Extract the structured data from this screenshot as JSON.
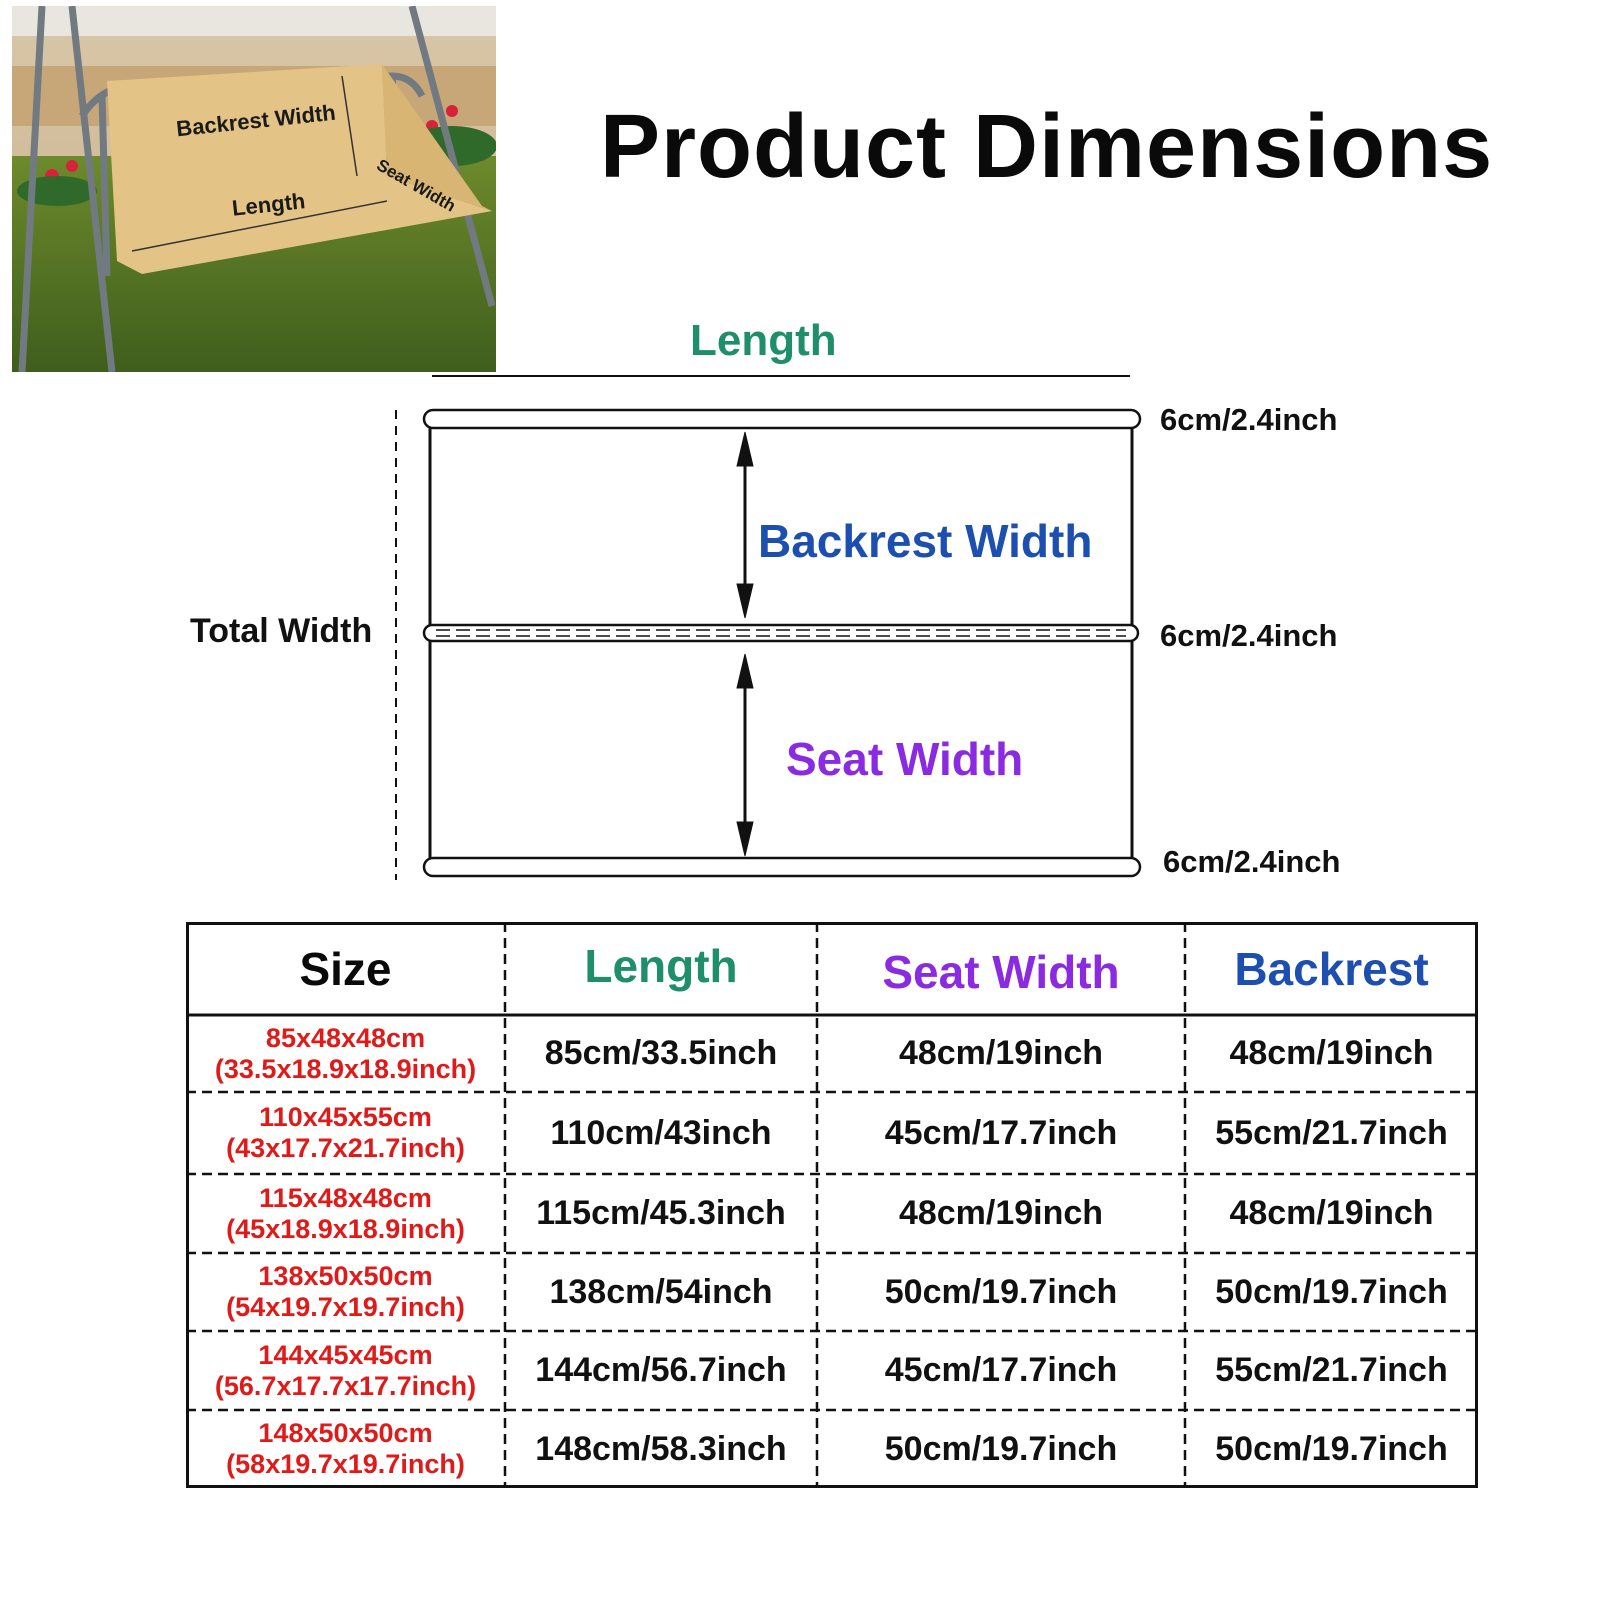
{
  "photo": {
    "labels": {
      "backrest_width": "Backrest Width",
      "length": "Length",
      "seat_width": "Seat Width"
    }
  },
  "title": "Product Dimensions",
  "diagram": {
    "length_label": "Length",
    "backrest_label": "Backrest Width",
    "seat_label": "Seat Width",
    "total_width_label": "Total Width",
    "tube_dims": [
      "6cm/2.4inch",
      "6cm/2.4inch",
      "6cm/2.4inch"
    ],
    "colors": {
      "length": "#1f8f6b",
      "backrest": "#1d4fb0",
      "seat": "#8a2be2"
    }
  },
  "table": {
    "headers": {
      "size": "Size",
      "length": "Length",
      "seat": "Seat Width",
      "backrest": "Backrest"
    },
    "rows": [
      {
        "size_cm": "85x48x48cm",
        "size_in": "(33.5x18.9x18.9inch)",
        "length": "85cm/33.5inch",
        "seat": "48cm/19inch",
        "backrest": "48cm/19inch"
      },
      {
        "size_cm": "110x45x55cm",
        "size_in": "(43x17.7x21.7inch)",
        "length": "110cm/43inch",
        "seat": "45cm/17.7inch",
        "backrest": "55cm/21.7inch"
      },
      {
        "size_cm": "115x48x48cm",
        "size_in": "(45x18.9x18.9inch)",
        "length": "115cm/45.3inch",
        "seat": "48cm/19inch",
        "backrest": "48cm/19inch"
      },
      {
        "size_cm": "138x50x50cm",
        "size_in": "(54x19.7x19.7inch)",
        "length": "138cm/54inch",
        "seat": "50cm/19.7inch",
        "backrest": "50cm/19.7inch"
      },
      {
        "size_cm": "144x45x45cm",
        "size_in": "(56.7x17.7x17.7inch)",
        "length": "144cm/56.7inch",
        "seat": "45cm/17.7inch",
        "backrest": "55cm/21.7inch"
      },
      {
        "size_cm": "148x50x50cm",
        "size_in": "(58x19.7x19.7inch)",
        "length": "148cm/58.3inch",
        "seat": "50cm/19.7inch",
        "backrest": "50cm/19.7inch"
      }
    ],
    "size_color": "#e01919"
  }
}
